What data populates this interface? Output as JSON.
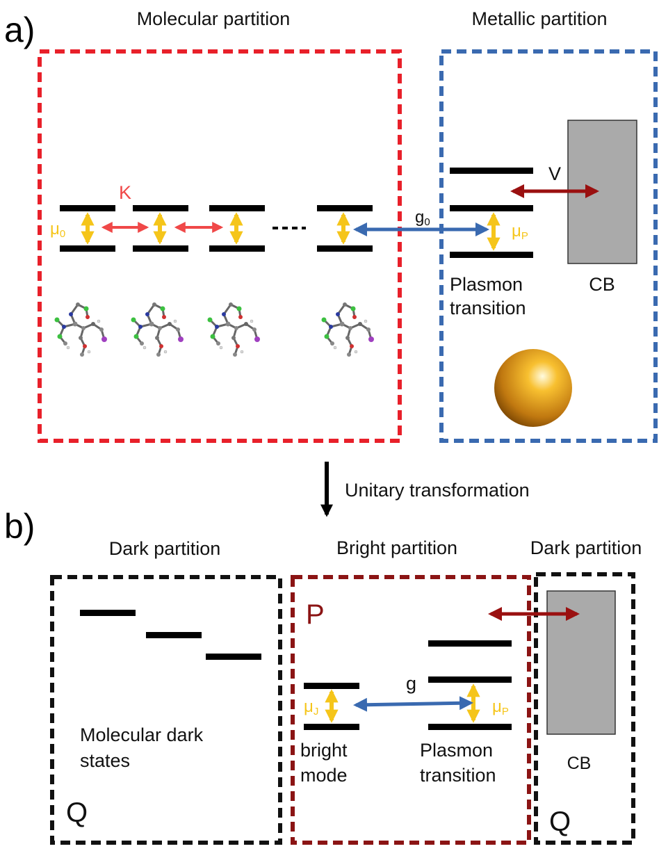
{
  "panel_a": {
    "label": "a)",
    "molecular_title": "Molecular partition",
    "metallic_title": "Metallic partition",
    "k_label": "K",
    "mu0_base": "μ",
    "mu0_sub": "0",
    "g0_base": "g",
    "g0_sub": "0",
    "v_label": "V",
    "mup_base": "μ",
    "mup_sub": "P",
    "plasmon_line1": "Plasmon",
    "plasmon_line2": "transition",
    "cb_label": "CB"
  },
  "transform_label": "Unitary transformation",
  "panel_b": {
    "label": "b)",
    "dark_title_left": "Dark partition",
    "bright_title": "Bright partition",
    "dark_title_right": "Dark partition",
    "p_label": "P",
    "g_label": "g",
    "muj_base": "μ",
    "muj_sub": "J",
    "mup_base": "μ",
    "mup_sub": "P",
    "dark_states_line1": "Molecular dark",
    "dark_states_line2": "states",
    "bright_line1": "bright",
    "bright_line2": "mode",
    "plasmon_line1": "Plasmon",
    "plasmon_line2": "transition",
    "cb_label": "CB",
    "q_left": "Q",
    "q_right": "Q"
  },
  "colors": {
    "molecular_box": "#e8202a",
    "metallic_box": "#3a6ab0",
    "dark_box": "#111111",
    "bright_box": "#8b1414",
    "yellow_arrow": "#f5c51a",
    "red_arrow": "#f04848",
    "blue_arrow": "#3a6ab0",
    "darkred_arrow": "#9a1010",
    "cb_fill": "#aaaaaa",
    "gold": "#e8a020"
  }
}
